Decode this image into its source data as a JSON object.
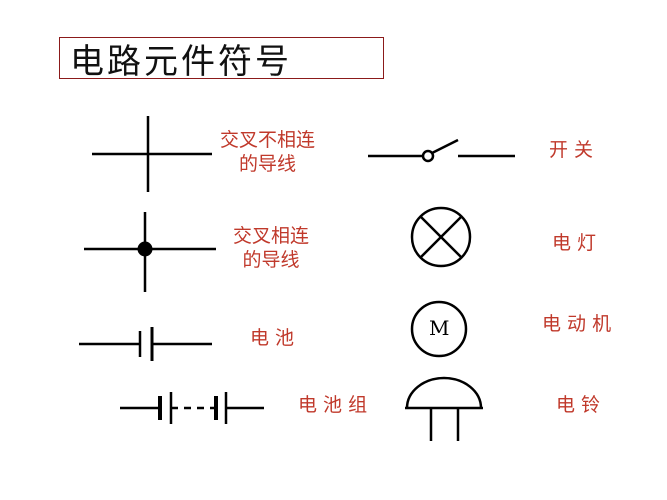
{
  "title": "电路元件符号",
  "colors": {
    "label": "#c0392b",
    "symbol": "#000000",
    "title_border": "#8b1a1a"
  },
  "components": {
    "crossing_unconnected": {
      "line1": "交叉不相连",
      "line2": "的导线",
      "symbol": "crossing-wires-not-connected"
    },
    "crossing_connected": {
      "line1": "交叉相连",
      "line2": "的导线",
      "symbol": "crossing-wires-connected"
    },
    "battery": {
      "label": "电 池",
      "symbol": "cell"
    },
    "battery_pack": {
      "label": "电 池 组",
      "symbol": "battery-pack"
    },
    "switch": {
      "label": "开 关",
      "symbol": "switch"
    },
    "lamp": {
      "label": "电 灯",
      "symbol": "lamp"
    },
    "motor": {
      "label": "电 动 机",
      "letter": "M",
      "symbol": "motor"
    },
    "bell": {
      "label": "电 铃",
      "symbol": "bell"
    }
  }
}
